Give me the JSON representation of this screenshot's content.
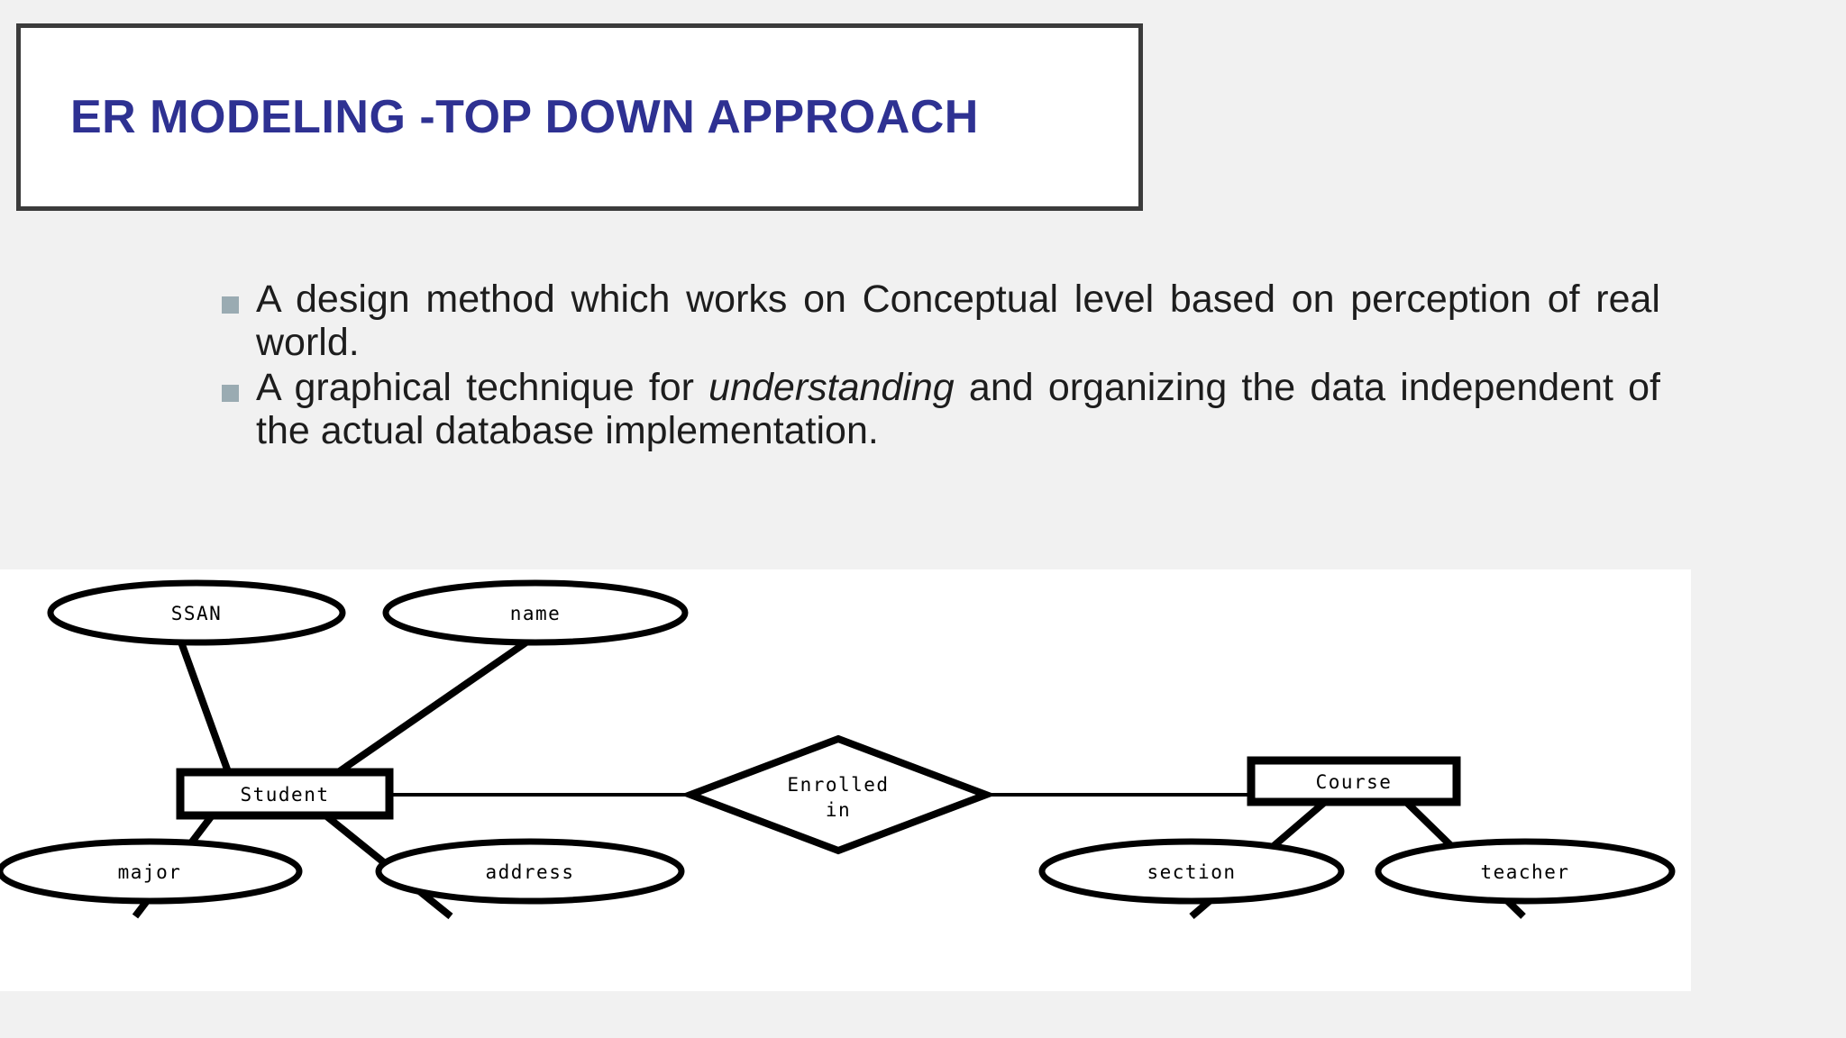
{
  "slide": {
    "background_color": "#f1f1f1",
    "title": {
      "text": "ER MODELING -TOP DOWN APPROACH",
      "color": "#2e3192",
      "border_color": "#3b3b3b",
      "fill_color": "#ffffff"
    },
    "bullets": [
      {
        "marker": "square-bullet",
        "marker_color": "#9aabb2",
        "text_before_italic": "A design method which works on Conceptual level based on perception of real world.",
        "italic": "",
        "text_after_italic": ""
      },
      {
        "marker": "square-bullet",
        "marker_color": "#9aabb2",
        "text_before_italic": "A graphical technique for ",
        "italic": "understanding",
        "text_after_italic": " and organizing the  data independent of the actual database implementation."
      }
    ]
  },
  "diagram": {
    "panel_color": "#ffffff",
    "stroke_color": "#000000",
    "entities": [
      {
        "id": "student",
        "label": "Student"
      },
      {
        "id": "course",
        "label": "Course"
      }
    ],
    "relationships": [
      {
        "id": "enrolled-in",
        "label_line1": "Enrolled",
        "label_line2": "in"
      }
    ],
    "attributes": [
      {
        "id": "ssan",
        "label": "SSAN",
        "owner": "student"
      },
      {
        "id": "name",
        "label": "name",
        "owner": "student"
      },
      {
        "id": "major",
        "label": "major",
        "owner": "student"
      },
      {
        "id": "address",
        "label": "address",
        "owner": "student"
      },
      {
        "id": "section",
        "label": "section",
        "owner": "course"
      },
      {
        "id": "teacher",
        "label": "teacher",
        "owner": "course"
      }
    ],
    "connections": [
      {
        "from": "ssan",
        "to": "student"
      },
      {
        "from": "name",
        "to": "student"
      },
      {
        "from": "major",
        "to": "student"
      },
      {
        "from": "address",
        "to": "student"
      },
      {
        "from": "student",
        "to": "enrolled-in"
      },
      {
        "from": "enrolled-in",
        "to": "course"
      },
      {
        "from": "section",
        "to": "course"
      },
      {
        "from": "teacher",
        "to": "course"
      }
    ]
  }
}
